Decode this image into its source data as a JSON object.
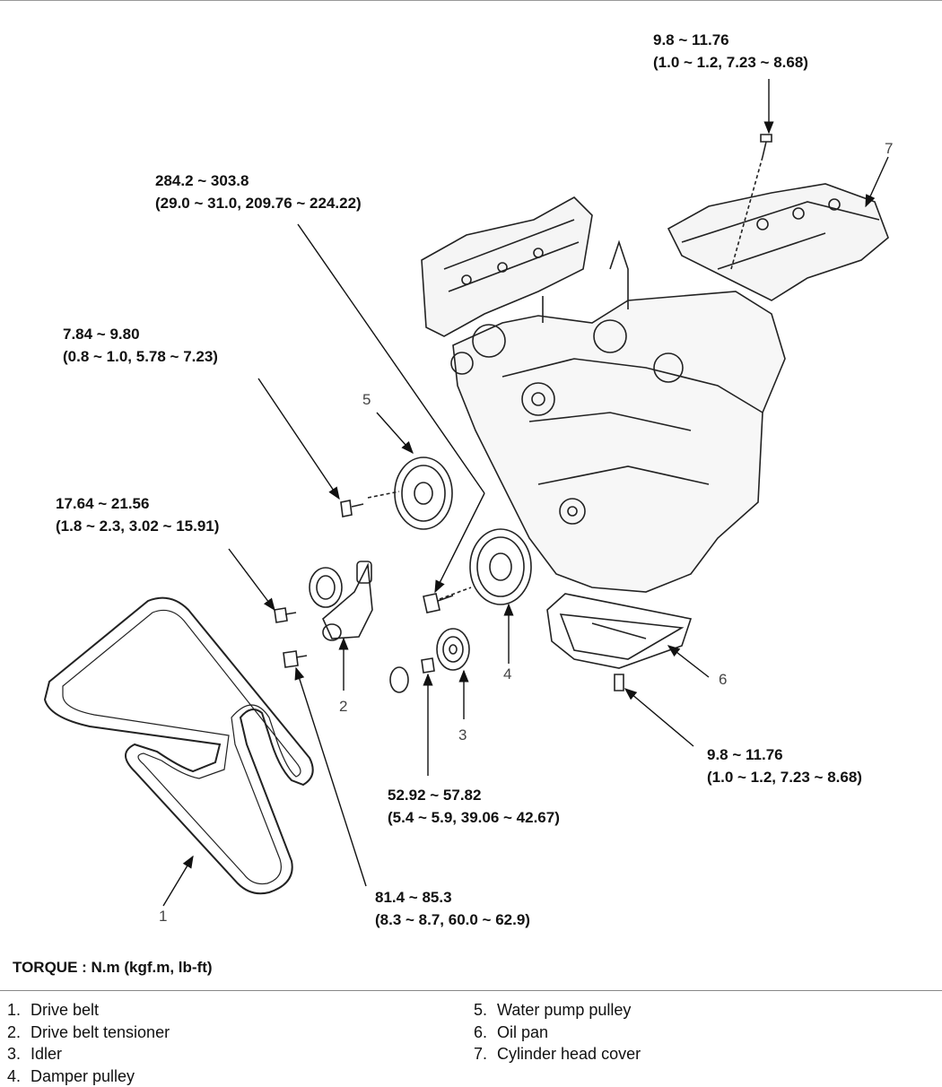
{
  "torque_specs": [
    {
      "id": "t_cover_bolt",
      "line1": "9.8 ~ 11.76",
      "line2": "(1.0 ~ 1.2, 7.23 ~ 8.68)"
    },
    {
      "id": "t_damper_bolt",
      "line1": "284.2 ~ 303.8",
      "line2": "(29.0 ~ 31.0, 209.76 ~ 224.22)"
    },
    {
      "id": "t_pump_bolt",
      "line1": "7.84 ~ 9.80",
      "line2": "(0.8 ~ 1.0, 5.78 ~ 7.23)"
    },
    {
      "id": "t_tensioner_bolt",
      "line1": "17.64 ~ 21.56",
      "line2": "(1.8 ~ 2.3, 3.02 ~ 15.91)"
    },
    {
      "id": "t_pan_bolt",
      "line1": "9.8 ~ 11.76",
      "line2": "(1.0 ~ 1.2, 7.23 ~ 8.68)"
    },
    {
      "id": "t_idler_bolt",
      "line1": "52.92 ~ 57.82",
      "line2": "(5.4 ~ 5.9, 39.06 ~ 42.67)"
    },
    {
      "id": "t_tensioner_mount",
      "line1": "81.4 ~ 85.3",
      "line2": "(8.3 ~ 8.7, 60.0 ~ 62.9)"
    }
  ],
  "callouts": [
    "1",
    "2",
    "3",
    "4",
    "5",
    "6",
    "7"
  ],
  "torque_unit": "TORQUE : N.m (kgf.m, lb-ft)",
  "legend": {
    "left": [
      {
        "num": "1.",
        "label": "Drive belt"
      },
      {
        "num": "2.",
        "label": "Drive belt tensioner"
      },
      {
        "num": "3.",
        "label": "Idler"
      },
      {
        "num": "4.",
        "label": "Damper pulley"
      }
    ],
    "right": [
      {
        "num": "5.",
        "label": "Water pump pulley"
      },
      {
        "num": "6.",
        "label": "Oil pan"
      },
      {
        "num": "7.",
        "label": "Cylinder head cover"
      }
    ]
  }
}
